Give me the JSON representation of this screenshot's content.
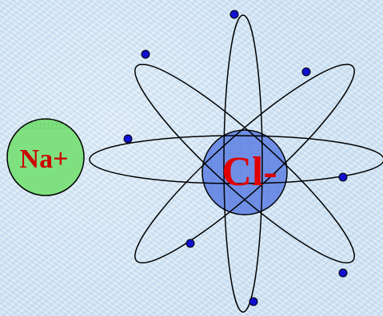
{
  "sodium_ion": {
    "label": "Na+",
    "fill": "#7fe07f",
    "label_color": "#cc0000"
  },
  "chloride_ion": {
    "label": "Cl-",
    "fill": "#6f8fe6",
    "label_color": "#e00000"
  },
  "colors": {
    "background": "#cfe3f3",
    "orbit_stroke": "#000000",
    "electron_fill": "#1010d0"
  },
  "electron_count": 8,
  "orbit_count": 4
}
